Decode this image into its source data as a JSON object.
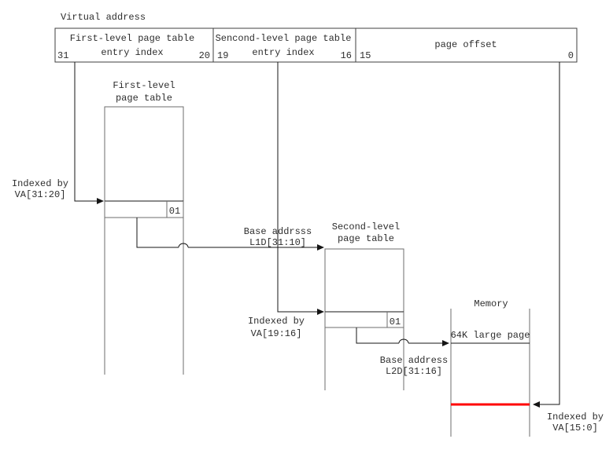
{
  "title": "Virtual address",
  "va_box": {
    "fields": [
      {
        "line1": "First-level page table",
        "line2": "entry index",
        "hi": "31",
        "lo": "20"
      },
      {
        "line1": "Sencond-level page table",
        "line2": "entry index",
        "hi": "19",
        "lo": "16"
      },
      {
        "line1": "page offset",
        "hi": "15",
        "lo": "0"
      }
    ]
  },
  "first_table": {
    "label1": "First-level",
    "label2": "page table",
    "entry": "01"
  },
  "second_table": {
    "label1": "Second-level",
    "label2": "page table",
    "entry": "01"
  },
  "memory": {
    "label": "Memory",
    "page_label": "64K large page"
  },
  "ann": {
    "idx31": {
      "l1": "Indexed by",
      "l2": "VA[31:20]"
    },
    "l1d": {
      "l1": "Base addrsss",
      "l2": "L1D[31:10]"
    },
    "idx19": {
      "l1": "Indexed by",
      "l2": "VA[19:16]"
    },
    "l2d": {
      "l1": "Base address",
      "l2": "L2D[31:16]"
    },
    "idx15": {
      "l1": "Indexed by",
      "l2": "VA[15:0]"
    }
  },
  "colors": {
    "highlight": "#ff0000",
    "flow_line": "#151515",
    "box_line": "#6e6e6e"
  }
}
